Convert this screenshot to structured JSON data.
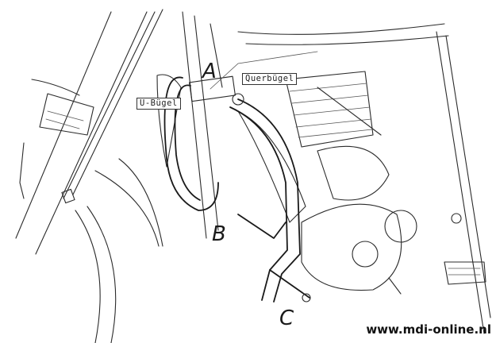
{
  "diagram": {
    "subject": "motorcycle engine crash bar installation drawing",
    "callouts": [
      {
        "id": "A",
        "label": "A"
      },
      {
        "id": "B",
        "label": "B"
      },
      {
        "id": "C",
        "label": "C"
      }
    ],
    "labels": {
      "u_bar": "U-Bügel",
      "cross_bar": "Querbügel"
    },
    "watermark": "www.mdi-online.nl",
    "colors": {
      "line": "#2b2b2b",
      "background": "#ffffff",
      "text": "#1a1a1a"
    }
  }
}
